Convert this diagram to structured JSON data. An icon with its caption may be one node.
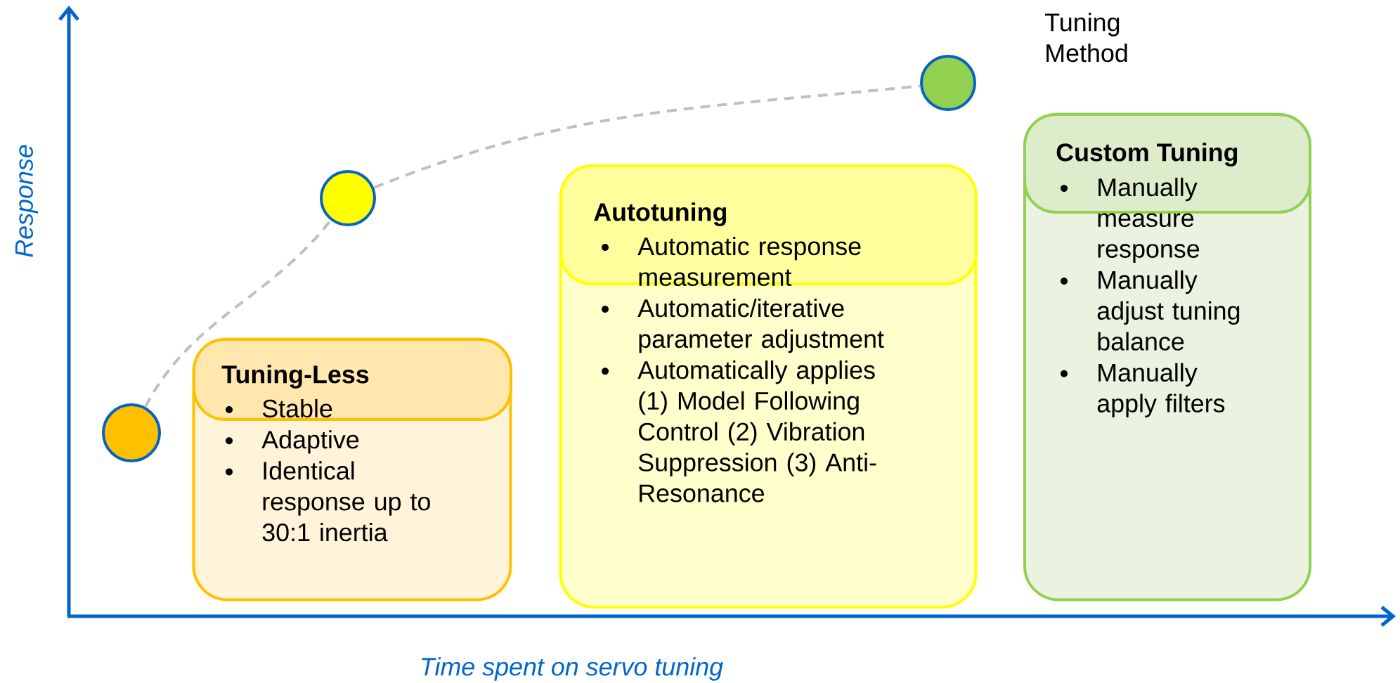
{
  "diagram": {
    "nodes": [
      {
        "text": [],
        "shape": "circle"
      },
      {
        "text": [],
        "shape": "circle"
      },
      {
        "text": [],
        "shape": "circle"
      },
      {
        "text": [
          "Tuning-Less",
          "Stable",
          "Adaptive",
          "Identical response up to 30:1 inertia"
        ]
      },
      {
        "text": [
          "Autotuning",
          "Automatic response measurement",
          "Automatic/iterative parameter adjustment",
          "Automatically applies (1) Model Following Control (2) Vibration Suppression (3) Anti-Resonance"
        ]
      },
      {
        "text": [
          "Custom Tuning",
          "Manually measure response",
          "Manually adjust tuning balance",
          "Manually apply filters"
        ]
      }
    ],
    "edges": [
      {
        "from": 0,
        "to": 1,
        "arrow": "none",
        "style": "dashed",
        "color": "#bfbfbf"
      },
      {
        "from": 1,
        "to": 2,
        "arrow": "none",
        "style": "dashed",
        "color": "#bfbfbf"
      }
    ],
    "labels": [
      "Tuning Method",
      "Response",
      "Time spent on servo tuning"
    ]
  }
}
